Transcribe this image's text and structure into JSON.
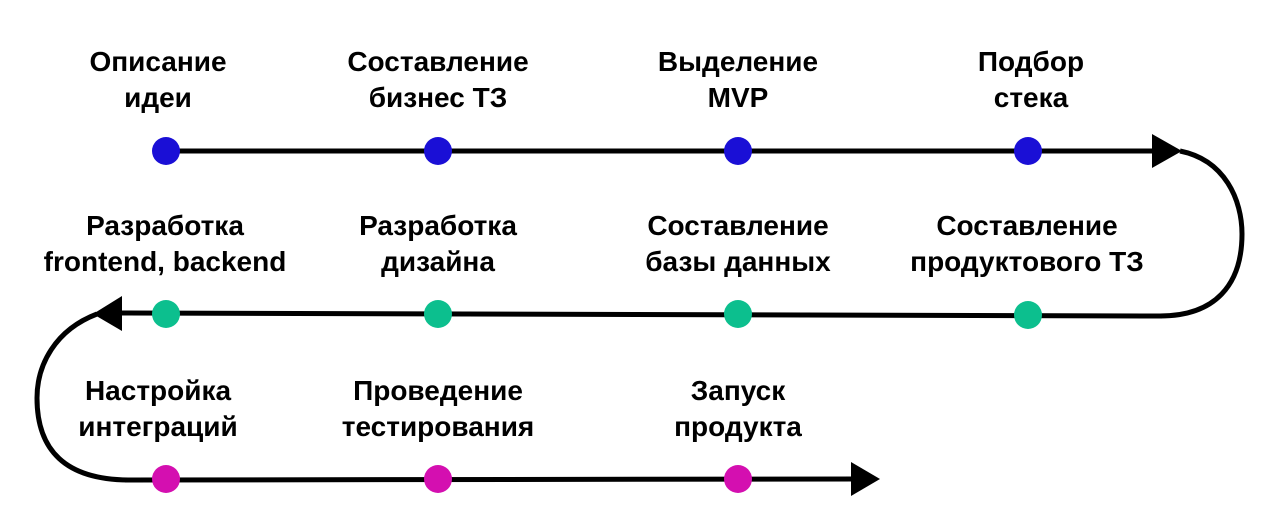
{
  "colors": {
    "line": "#000000",
    "row1_dot": "#1a0fd6",
    "row2_dot": "#0cbf8e",
    "row3_dot": "#d40fb0"
  },
  "rows": [
    {
      "steps": [
        {
          "line1": "Описание",
          "line2": "идеи"
        },
        {
          "line1": "Составление",
          "line2": "бизнес ТЗ"
        },
        {
          "line1": "Выделение",
          "line2": "MVP"
        },
        {
          "line1": "Подбор",
          "line2": "стека"
        }
      ]
    },
    {
      "steps": [
        {
          "line1": "Разработка",
          "line2": "frontend, backend"
        },
        {
          "line1": "Разработка",
          "line2": "дизайна"
        },
        {
          "line1": "Составление",
          "line2": "базы данных"
        },
        {
          "line1": "Составление",
          "line2": "продуктового ТЗ"
        }
      ]
    },
    {
      "steps": [
        {
          "line1": "Настройка",
          "line2": "интеграций"
        },
        {
          "line1": "Проведение",
          "line2": "тестирования"
        },
        {
          "line1": "Запуск",
          "line2": "продукта"
        }
      ]
    }
  ]
}
